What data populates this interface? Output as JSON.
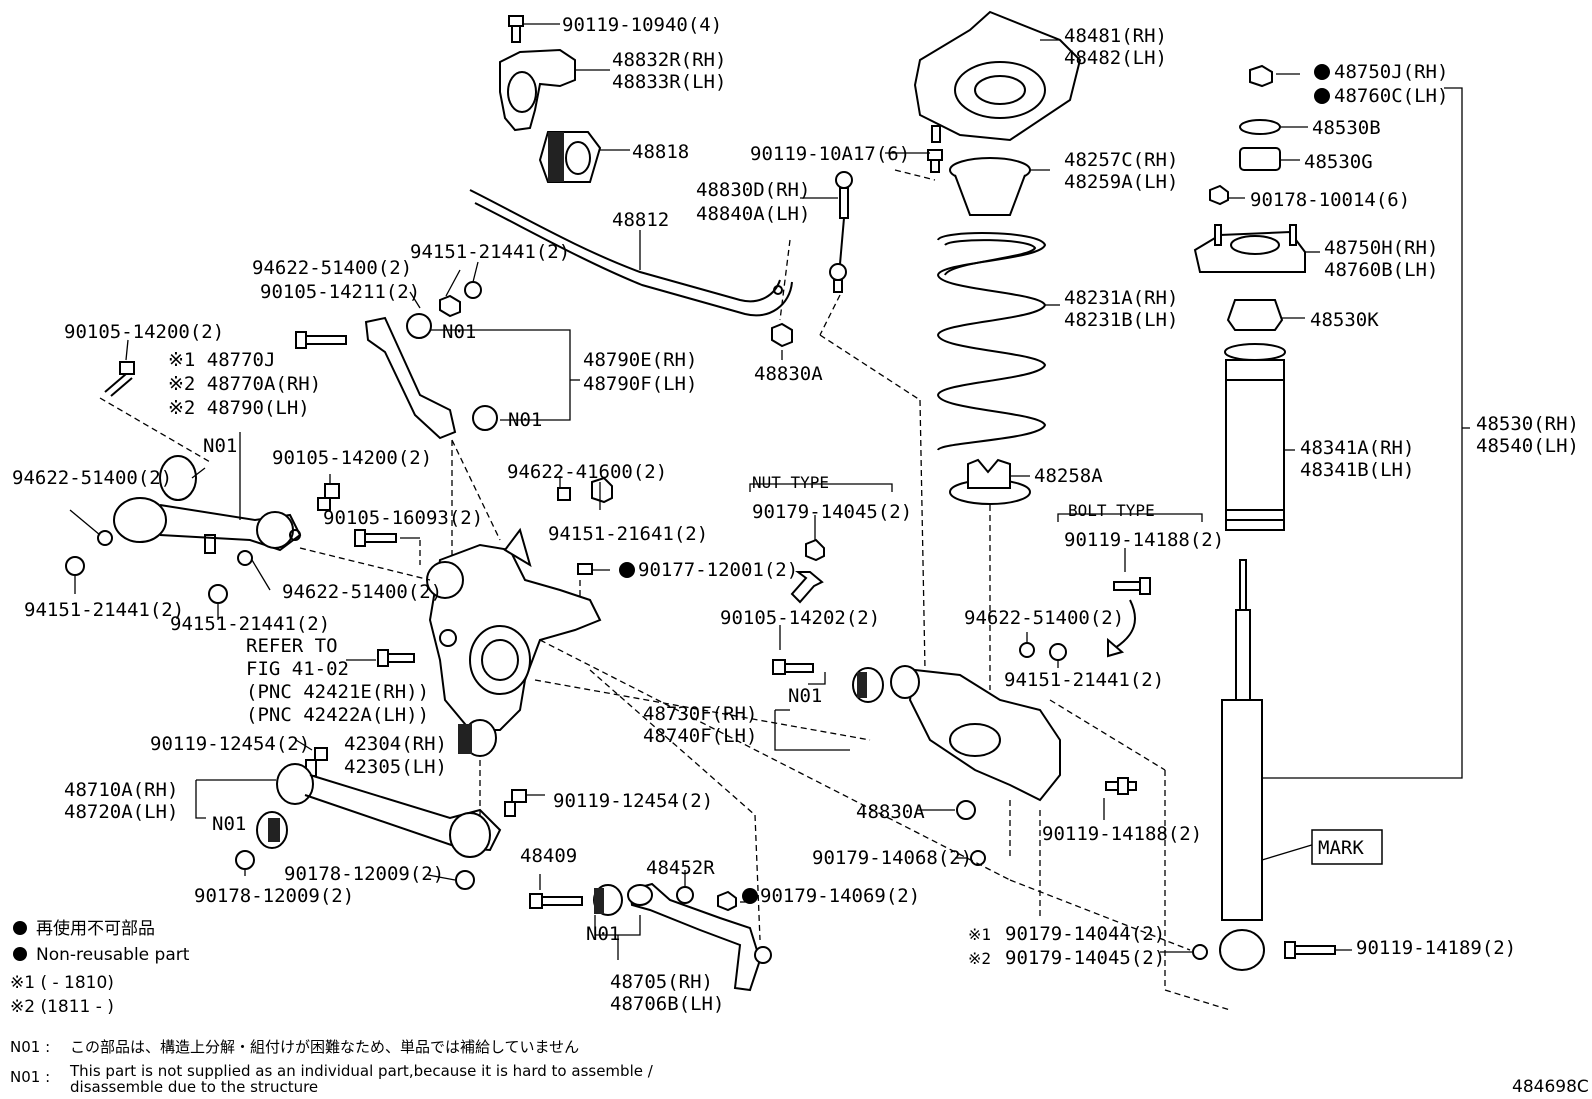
{
  "labels": [
    {
      "id": "l1",
      "text": "90119-10940(4)"
    },
    {
      "id": "l2",
      "text": "48832R(RH)"
    },
    {
      "id": "l3",
      "text": "48833R(LH)"
    },
    {
      "id": "l4",
      "text": "48818"
    },
    {
      "id": "l5",
      "text": "48812"
    },
    {
      "id": "l6",
      "text": "94622-51400(2)"
    },
    {
      "id": "l7",
      "text": "94151-21441(2)"
    },
    {
      "id": "l8",
      "text": "90105-14211(2)"
    },
    {
      "id": "l9",
      "text": "90105-14200(2)"
    },
    {
      "id": "l10",
      "text": "N01"
    },
    {
      "id": "l11",
      "text": "※1 48770J"
    },
    {
      "id": "l12",
      "text": "※2 48770A(RH)"
    },
    {
      "id": "l13",
      "text": "※2 48790(LH)"
    },
    {
      "id": "l14",
      "text": "N01"
    },
    {
      "id": "l15",
      "text": "48790E(RH)"
    },
    {
      "id": "l16",
      "text": "48790F(LH)"
    },
    {
      "id": "l17",
      "text": "N01"
    },
    {
      "id": "l18",
      "text": "94622-51400(2)"
    },
    {
      "id": "l19",
      "text": "90105-14200(2)"
    },
    {
      "id": "l20",
      "text": "94622-41600(2)"
    },
    {
      "id": "l21",
      "text": "90105-16093(2)"
    },
    {
      "id": "l22",
      "text": "94151-21641(2)"
    },
    {
      "id": "l23",
      "text": "94151-21441(2)"
    },
    {
      "id": "l24",
      "text": "94622-51400(2)"
    },
    {
      "id": "l25",
      "text": "94151-21441(2)"
    },
    {
      "id": "l26",
      "text": "90177-12001(2)"
    },
    {
      "id": "l27",
      "text": "REFER TO"
    },
    {
      "id": "l28",
      "text": "FIG 41-02"
    },
    {
      "id": "l29",
      "text": "(PNC 42421E(RH))"
    },
    {
      "id": "l30",
      "text": "(PNC 42422A(LH))"
    },
    {
      "id": "l31",
      "text": "90119-12454(2)"
    },
    {
      "id": "l32",
      "text": "42304(RH)"
    },
    {
      "id": "l33",
      "text": "42305(LH)"
    },
    {
      "id": "l34",
      "text": "48710A(RH)"
    },
    {
      "id": "l35",
      "text": "48720A(LH)"
    },
    {
      "id": "l36",
      "text": "N01"
    },
    {
      "id": "l37",
      "text": "90119-12454(2)"
    },
    {
      "id": "l38",
      "text": "90178-12009(2)"
    },
    {
      "id": "l39",
      "text": "90178-12009(2)"
    },
    {
      "id": "l40",
      "text": "48409"
    },
    {
      "id": "l41",
      "text": "48452R"
    },
    {
      "id": "l42",
      "text": "90179-14069(2)"
    },
    {
      "id": "l43",
      "text": "N01"
    },
    {
      "id": "l44",
      "text": "48705(RH)"
    },
    {
      "id": "l45",
      "text": "48706B(LH)"
    },
    {
      "id": "l46",
      "text": "90119-10A17(6)"
    },
    {
      "id": "l47",
      "text": "48830D(RH)"
    },
    {
      "id": "l48",
      "text": "48840A(LH)"
    },
    {
      "id": "l49",
      "text": "48830A"
    },
    {
      "id": "l50",
      "text": "NUT TYPE"
    },
    {
      "id": "l51",
      "text": "90179-14045(2)"
    },
    {
      "id": "l52",
      "text": "90105-14202(2)"
    },
    {
      "id": "l53",
      "text": "N01"
    },
    {
      "id": "l54",
      "text": "48730F(RH)"
    },
    {
      "id": "l55",
      "text": "48740F(LH)"
    },
    {
      "id": "l56",
      "text": "48830A"
    },
    {
      "id": "l57",
      "text": "90179-14068(2)"
    },
    {
      "id": "l58",
      "text": "※1"
    },
    {
      "id": "l59",
      "text": "90179-14044(2)"
    },
    {
      "id": "l60",
      "text": "※2"
    },
    {
      "id": "l61",
      "text": "90179-14045(2)"
    },
    {
      "id": "l62",
      "text": "48481(RH)"
    },
    {
      "id": "l63",
      "text": "48482(LH)"
    },
    {
      "id": "l64",
      "text": "48257C(RH)"
    },
    {
      "id": "l65",
      "text": "48259A(LH)"
    },
    {
      "id": "l66",
      "text": "48231A(RH)"
    },
    {
      "id": "l67",
      "text": "48231B(LH)"
    },
    {
      "id": "l68",
      "text": "48258A"
    },
    {
      "id": "l69",
      "text": "BOLT TYPE"
    },
    {
      "id": "l70",
      "text": "90119-14188(2)"
    },
    {
      "id": "l71",
      "text": "94622-51400(2)"
    },
    {
      "id": "l72",
      "text": "94151-21441(2)"
    },
    {
      "id": "l73",
      "text": "90119-14188(2)"
    },
    {
      "id": "l74",
      "text": "48750J(RH)"
    },
    {
      "id": "l75",
      "text": "48760C(LH)"
    },
    {
      "id": "l76",
      "text": "48530B"
    },
    {
      "id": "l77",
      "text": "48530G"
    },
    {
      "id": "l78",
      "text": "90178-10014(6)"
    },
    {
      "id": "l79",
      "text": "48750H(RH)"
    },
    {
      "id": "l80",
      "text": "48760B(LH)"
    },
    {
      "id": "l81",
      "text": "48530K"
    },
    {
      "id": "l82",
      "text": "48530(RH)"
    },
    {
      "id": "l83",
      "text": "48540(LH)"
    },
    {
      "id": "l84",
      "text": "48341A(RH)"
    },
    {
      "id": "l85",
      "text": "48341B(LH)"
    },
    {
      "id": "l86",
      "text": "MARK"
    },
    {
      "id": "l87",
      "text": "90119-14189(2)"
    }
  ],
  "legend": {
    "jp": "再使用不可部品",
    "en": "Non-reusable part",
    "s1": "※1 (      - 1810)",
    "s2": "※2 (1811 -      )"
  },
  "notes": {
    "n01_label": "N01 :",
    "n01_jp": "この部品は、構造上分解・組付けが困難なため、単品では補給していません",
    "n01_en_1": "This part is not supplied as an individual part,because it is hard to assemble /",
    "n01_en_2": "disassemble due to the structure"
  },
  "figure_id": "484698C"
}
